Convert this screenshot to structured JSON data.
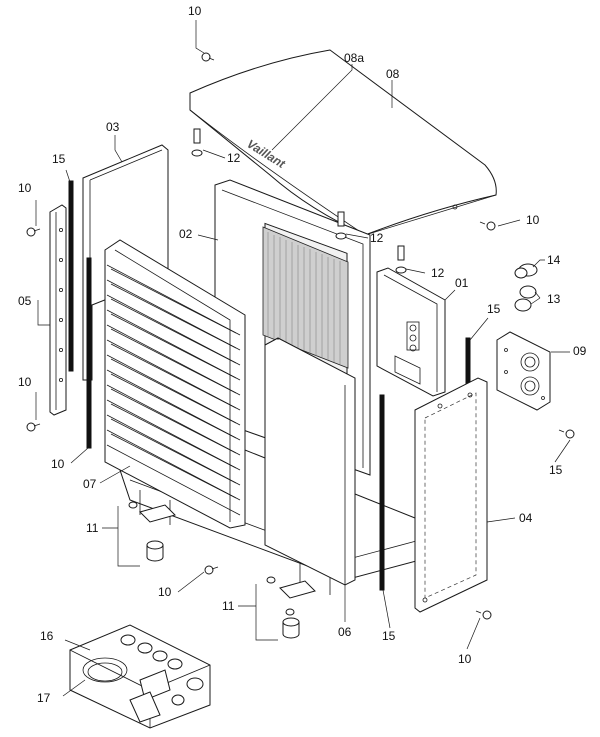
{
  "brand": "Vaillant",
  "callouts": [
    {
      "id": "c10a",
      "text": "10"
    },
    {
      "id": "c08a",
      "text": "08a"
    },
    {
      "id": "c08",
      "text": "08"
    },
    {
      "id": "c03",
      "text": "03"
    },
    {
      "id": "c15a",
      "text": "15"
    },
    {
      "id": "c12a",
      "text": "12"
    },
    {
      "id": "c10b",
      "text": "10"
    },
    {
      "id": "c10c",
      "text": "10"
    },
    {
      "id": "c02",
      "text": "02"
    },
    {
      "id": "c12b",
      "text": "12"
    },
    {
      "id": "c14",
      "text": "14"
    },
    {
      "id": "c12c",
      "text": "12"
    },
    {
      "id": "c01",
      "text": "01"
    },
    {
      "id": "c13",
      "text": "13"
    },
    {
      "id": "c05",
      "text": "05"
    },
    {
      "id": "c15b",
      "text": "15"
    },
    {
      "id": "c09",
      "text": "09"
    },
    {
      "id": "c10d",
      "text": "10"
    },
    {
      "id": "c15c",
      "text": "15"
    },
    {
      "id": "c10e",
      "text": "10"
    },
    {
      "id": "c07",
      "text": "07"
    },
    {
      "id": "c04",
      "text": "04"
    },
    {
      "id": "c11a",
      "text": "11"
    },
    {
      "id": "c10f",
      "text": "10"
    },
    {
      "id": "c11b",
      "text": "11"
    },
    {
      "id": "c06",
      "text": "06"
    },
    {
      "id": "c15d",
      "text": "15"
    },
    {
      "id": "c10g",
      "text": "10"
    },
    {
      "id": "c16",
      "text": "16"
    },
    {
      "id": "c17",
      "text": "17"
    }
  ]
}
